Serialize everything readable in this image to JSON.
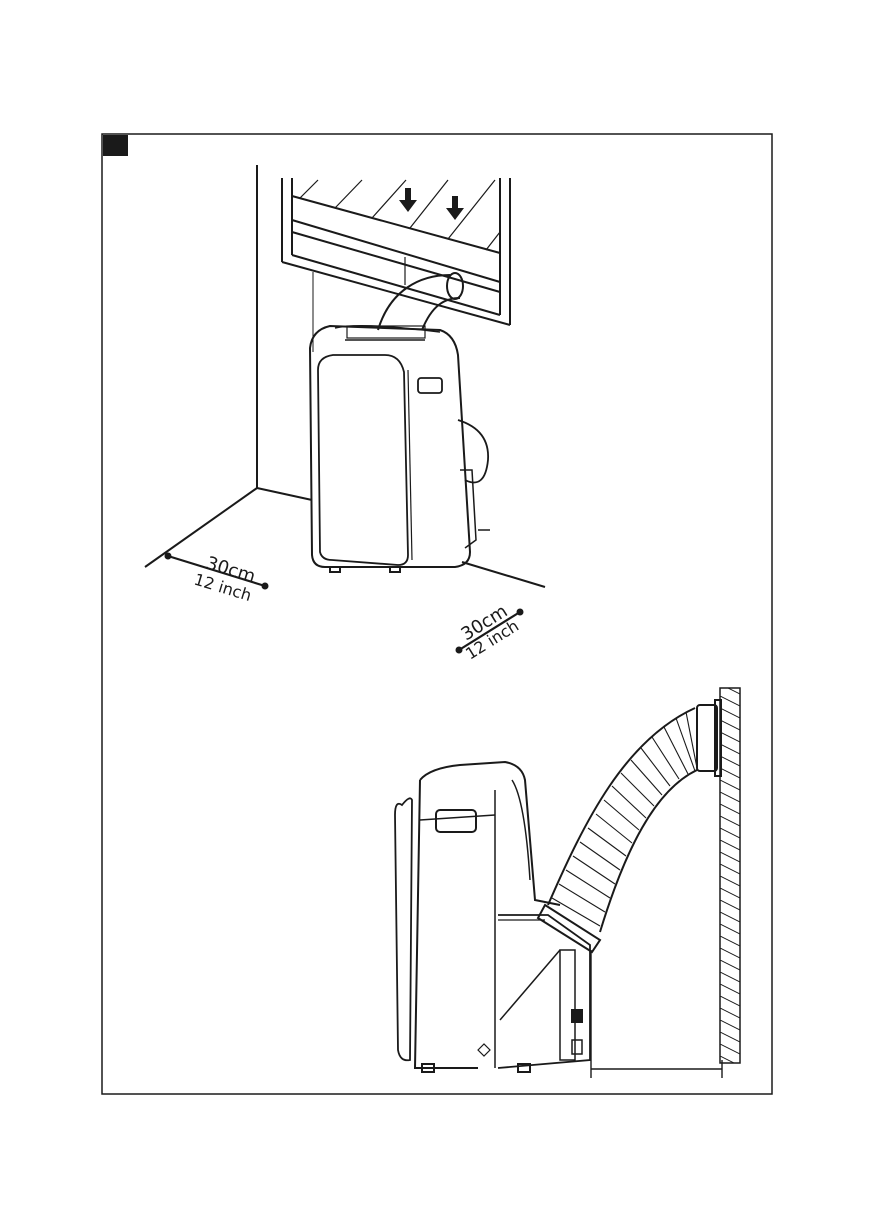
{
  "figure": {
    "step_marker": "",
    "top_scene": {
      "clearance_left": {
        "metric": "30cm",
        "imperial": "12 inch"
      },
      "clearance_right": {
        "metric": "30cm",
        "imperial": "12 inch"
      }
    },
    "bottom_scene": {
      "wall_distance_label": ""
    }
  },
  "colors": {
    "ink": "#1a1a1a",
    "paper": "#ffffff",
    "marker": "#1a1a1a"
  }
}
